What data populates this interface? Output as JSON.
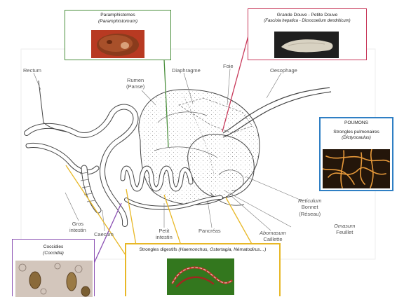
{
  "diagram": {
    "organs": {
      "rectum": "Rectum",
      "rumen": "Rumen",
      "rumen_alt": "(Panse)",
      "diaphragm": "Diaphragme",
      "liver": "Foie",
      "esophagus": "Oesophage",
      "reticulum": "Reticulum",
      "reticulum_fr": "Bonnet",
      "reticulum_alt": "(Réseau)",
      "omasum": "Omasum",
      "omasum_fr": "Feuillet",
      "abomasum": "Abomasum",
      "abomasum_fr": "Caillette",
      "large_intestine": "Gros",
      "large_intestine_2": "intestin",
      "caecum": "Caecum",
      "small_intestine": "Petit",
      "small_intestine_2": "intestin",
      "pancreas": "Pancréas"
    },
    "parasites": {
      "paramphistomes": {
        "title": "Paramphistomes",
        "species": "(Paramphistomum)",
        "color": "#4a8f3c"
      },
      "douves": {
        "title": "Grande Douve - Petite Douve",
        "species": "(Fasciola hepatica - Dicrocoelium dendriticum)",
        "color": "#c8395a"
      },
      "poumons": {
        "header": "POUMONS",
        "title": "Strongles pulmonaires",
        "species": "(Dictyocaulus)",
        "color": "#2f7fc4"
      },
      "coccidies": {
        "title": "Coccidies",
        "species": "(Coccidia)",
        "color": "#8a4fb3"
      },
      "strongles": {
        "title": "Strongles digestifs ",
        "species": "(Haemonchus, Ostertagia, Nématodirus…)",
        "color": "#e8b827"
      }
    }
  }
}
